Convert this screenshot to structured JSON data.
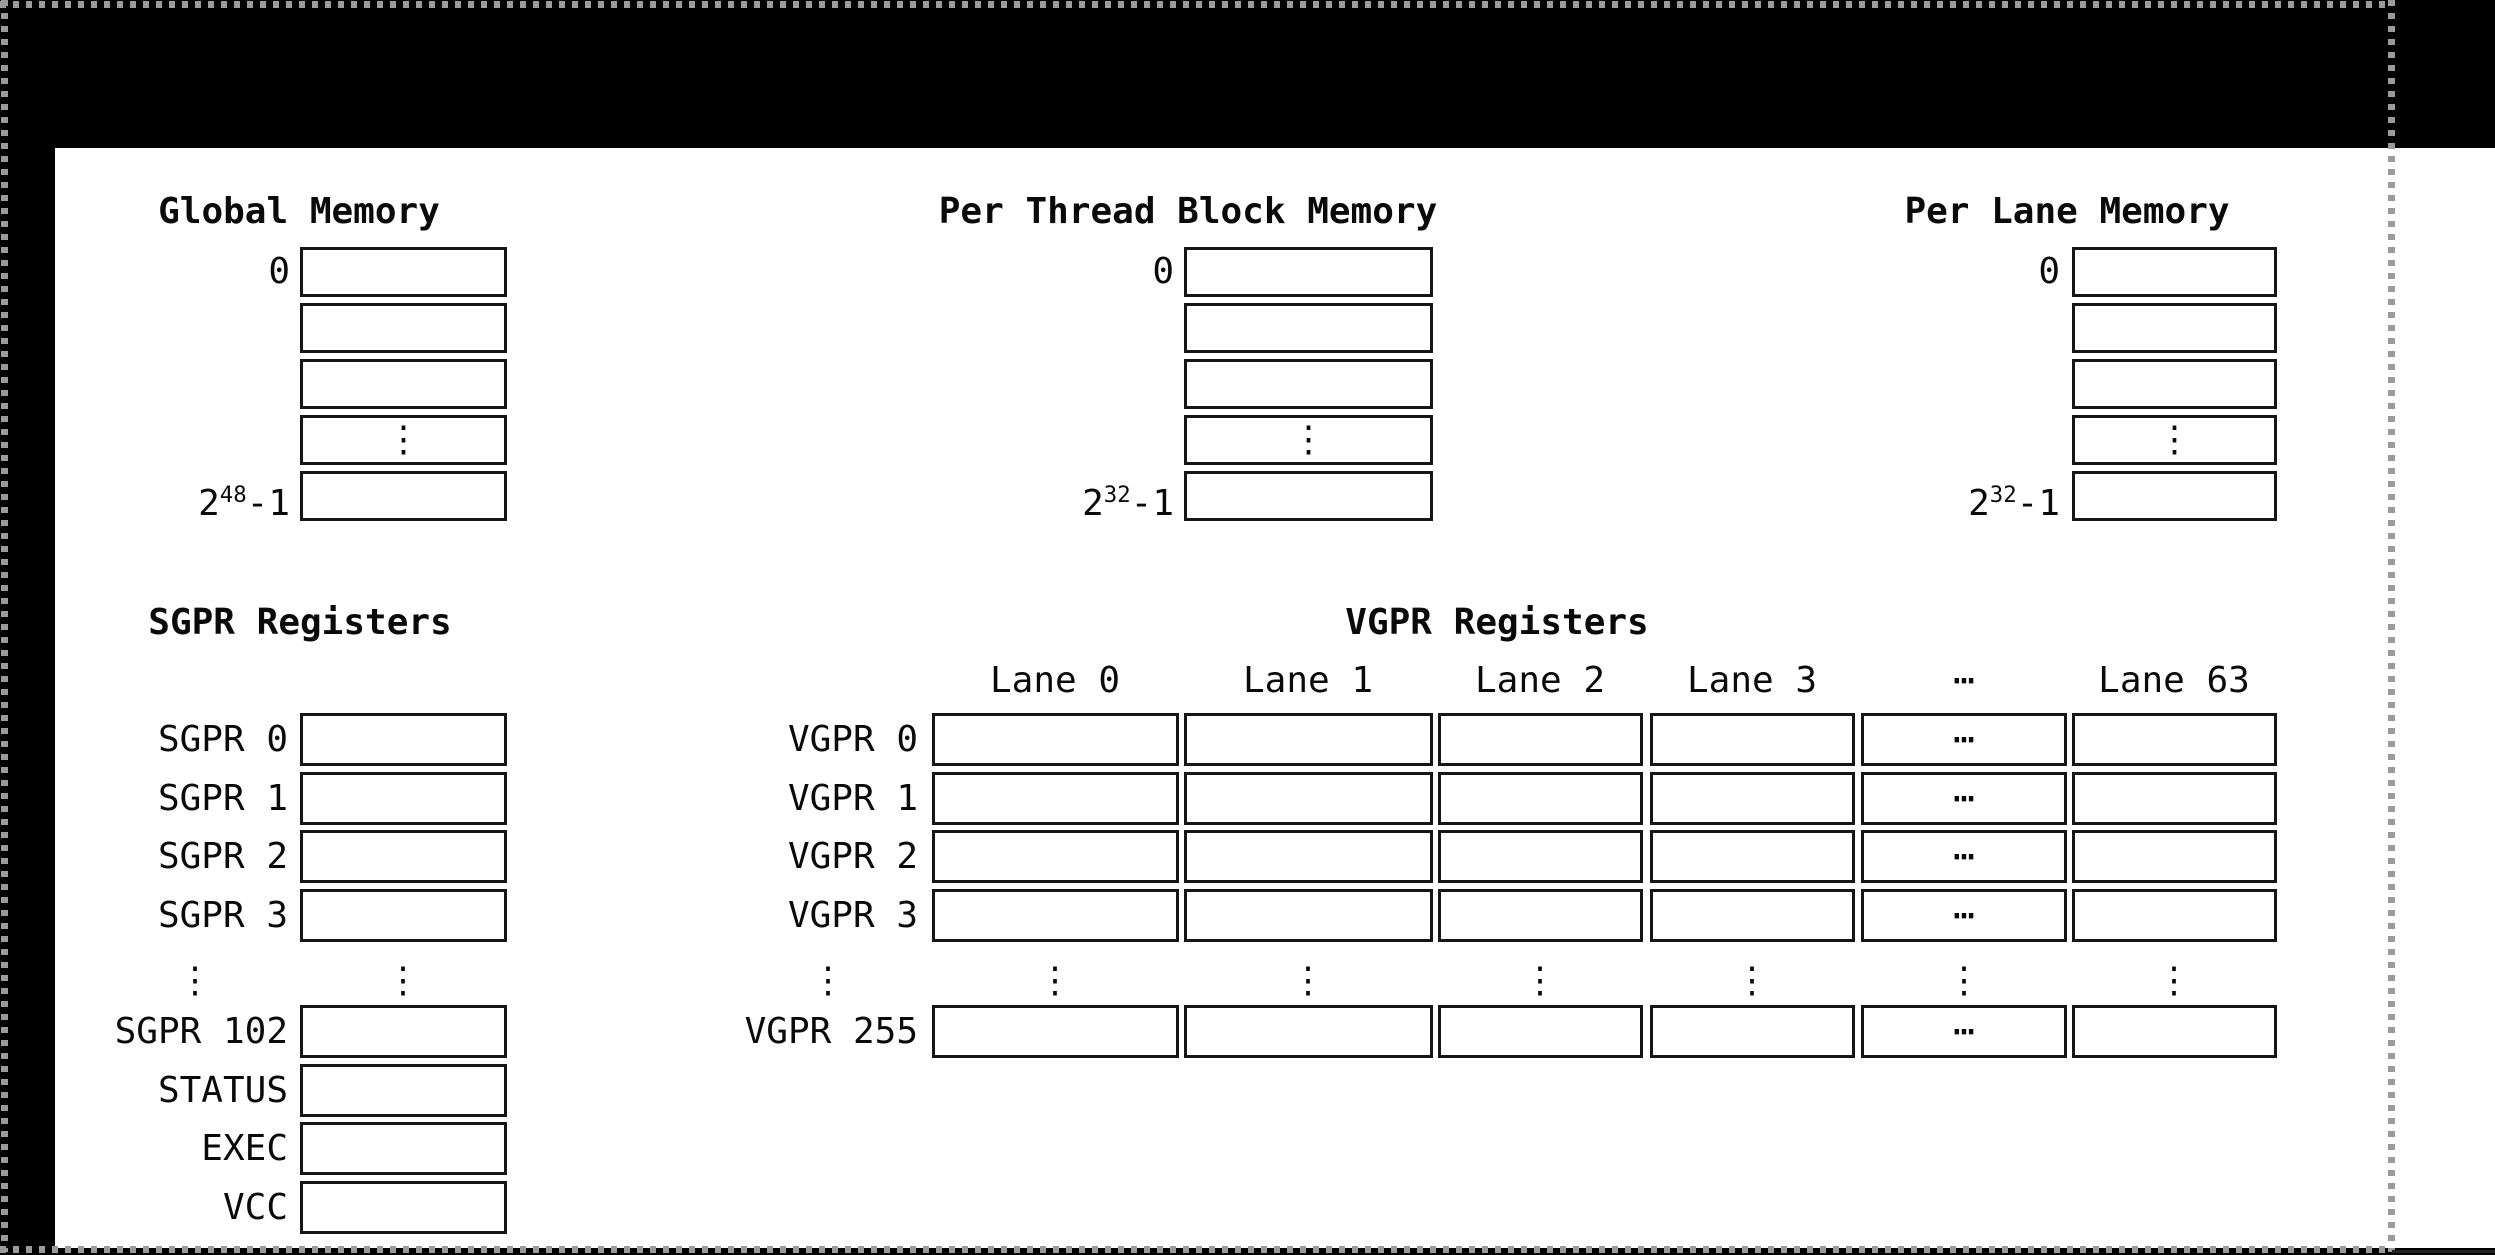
{
  "figure": {
    "memory_sections": [
      {
        "title": "Global Memory",
        "addr_first": "0",
        "addr_last_base": "2",
        "addr_last_sup": "48",
        "addr_last_rest": "-1"
      },
      {
        "title": "Per Thread Block Memory",
        "addr_first": "0",
        "addr_last_base": "2",
        "addr_last_sup": "32",
        "addr_last_rest": "-1"
      },
      {
        "title": "Per Lane Memory",
        "addr_first": "0",
        "addr_last_base": "2",
        "addr_last_sup": "32",
        "addr_last_rest": "-1"
      }
    ],
    "sgpr": {
      "title": "SGPR Registers",
      "row_labels": [
        "SGPR 0",
        "SGPR 1",
        "SGPR 2",
        "SGPR 3",
        "SGPR 102",
        "STATUS",
        "EXEC",
        "VCC"
      ]
    },
    "vgpr": {
      "title": "VGPR Registers",
      "lane_headers": [
        "Lane 0",
        "Lane 1",
        "Lane 2",
        "Lane 3",
        "⋯",
        "Lane 63"
      ],
      "row_labels": [
        "VGPR 0",
        "VGPR 1",
        "VGPR 2",
        "VGPR 3",
        "VGPR 255"
      ]
    },
    "glyphs": {
      "vertical_ellipsis": "⋮",
      "horizontal_ellipsis": "⋯"
    },
    "colors": {
      "background": "#000000",
      "canvas": "#ffffff",
      "box_border": "#161616",
      "marquee": "#9b9b9b"
    }
  }
}
